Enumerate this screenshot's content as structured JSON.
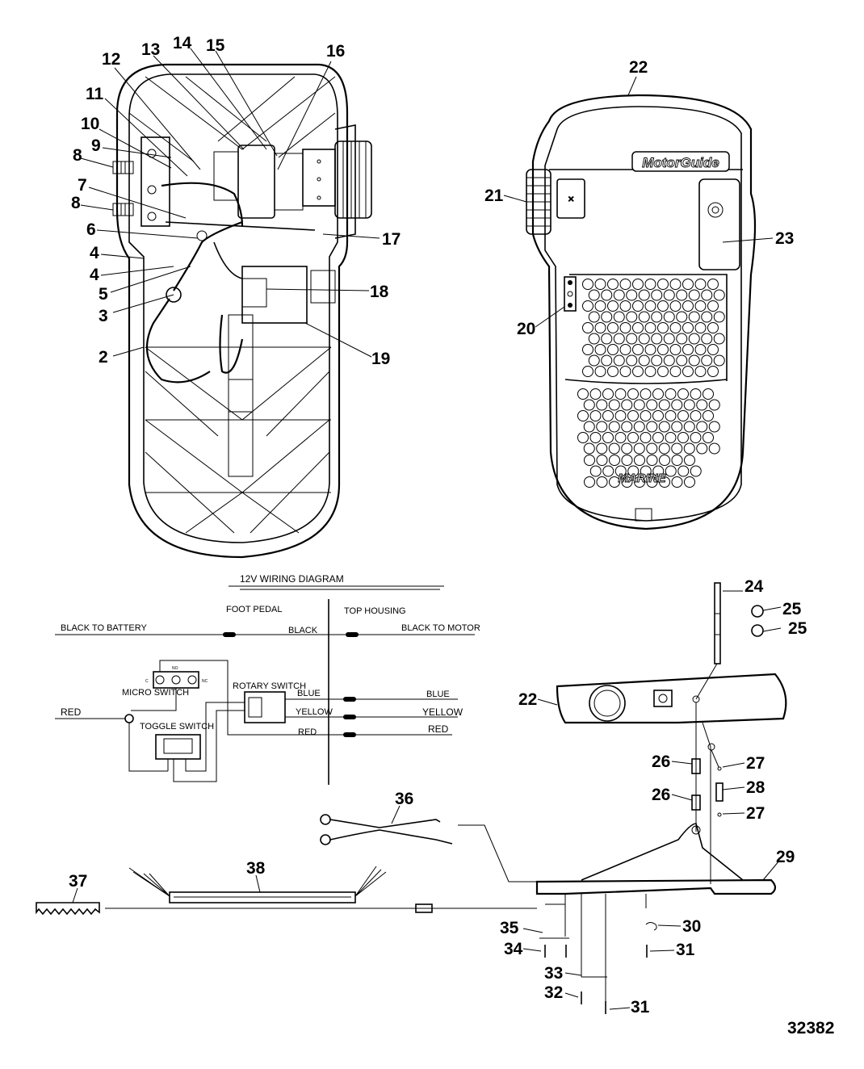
{
  "figure_number": "32382",
  "brand_text": "MotorGuide",
  "pedal_text": "MARINE",
  "callouts": {
    "c2": "2",
    "c3": "3",
    "c4a": "4",
    "c4b": "4",
    "c5": "5",
    "c6": "6",
    "c7": "7",
    "c8a": "8",
    "c8b": "8",
    "c9": "9",
    "c10": "10",
    "c11": "11",
    "c12": "12",
    "c13": "13",
    "c14": "14",
    "c15": "15",
    "c16": "16",
    "c17": "17",
    "c18": "18",
    "c19": "19",
    "c20": "20",
    "c21": "21",
    "c22a": "22",
    "c22b": "22",
    "c23": "23",
    "c24": "24",
    "c25a": "25",
    "c25b": "25",
    "c26a": "26",
    "c26b": "26",
    "c27a": "27",
    "c27b": "27",
    "c28": "28",
    "c29": "29",
    "c30": "30",
    "c31a": "31",
    "c31b": "31",
    "c32": "32",
    "c33": "33",
    "c34": "34",
    "c35": "35",
    "c36": "36",
    "c37": "37",
    "c38": "38"
  },
  "wiring": {
    "title": "12V WIRING DIAGRAM",
    "foot_pedal": "FOOT PEDAL",
    "top_housing": "TOP HOUSING",
    "black_to_battery": "BLACK TO BATTERY",
    "black": "BLACK",
    "black_to_motor": "BLACK TO MOTOR",
    "micro_switch": "MICRO SWITCH",
    "rotary_switch": "ROTARY SWITCH",
    "toggle_switch": "TOGGLE SWITCH",
    "red_left": "RED",
    "blue_inner": "BLUE",
    "blue_outer": "BLUE",
    "yellow_inner": "YELLOW",
    "yellow_outer": "YELLOW",
    "red_inner": "RED",
    "red_outer": "RED",
    "no": "NO",
    "nc": "NC",
    "c": "C"
  }
}
